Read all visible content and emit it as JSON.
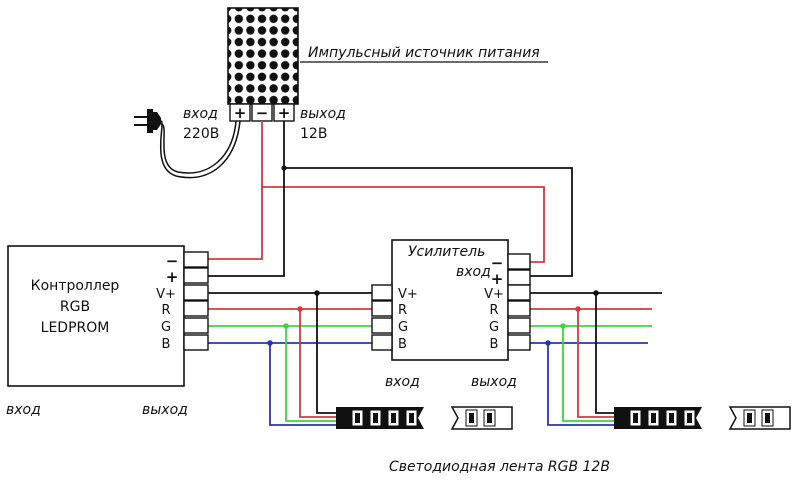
{
  "colors": {
    "black": "#111111",
    "red": "#d23b3b",
    "green": "#39d839",
    "blue": "#2438a8"
  },
  "psu": {
    "label": "Импульсный источник питания",
    "input": "вход",
    "input_voltage": "220В",
    "output": "выход",
    "output_voltage": "12В",
    "terminals": [
      "+",
      "−",
      "+"
    ]
  },
  "controller": {
    "line1": "Контроллер",
    "line2": "RGB",
    "line3": "LEDPROM",
    "input": "вход",
    "output": "выход",
    "pins": [
      "−",
      "+",
      "V+",
      "R",
      "G",
      "B"
    ]
  },
  "amplifier": {
    "title": "Усилитель",
    "input_power": "вход",
    "input": "вход",
    "output": "выход",
    "pins_in": [
      "V+",
      "R",
      "G",
      "B"
    ],
    "pins_out": [
      "−",
      "+",
      "V+",
      "R",
      "G",
      "B"
    ]
  },
  "strip": {
    "label": "Светодиодная лента RGB 12В"
  },
  "icons": [
    "power-plug-icon",
    "led-strip-icon"
  ]
}
